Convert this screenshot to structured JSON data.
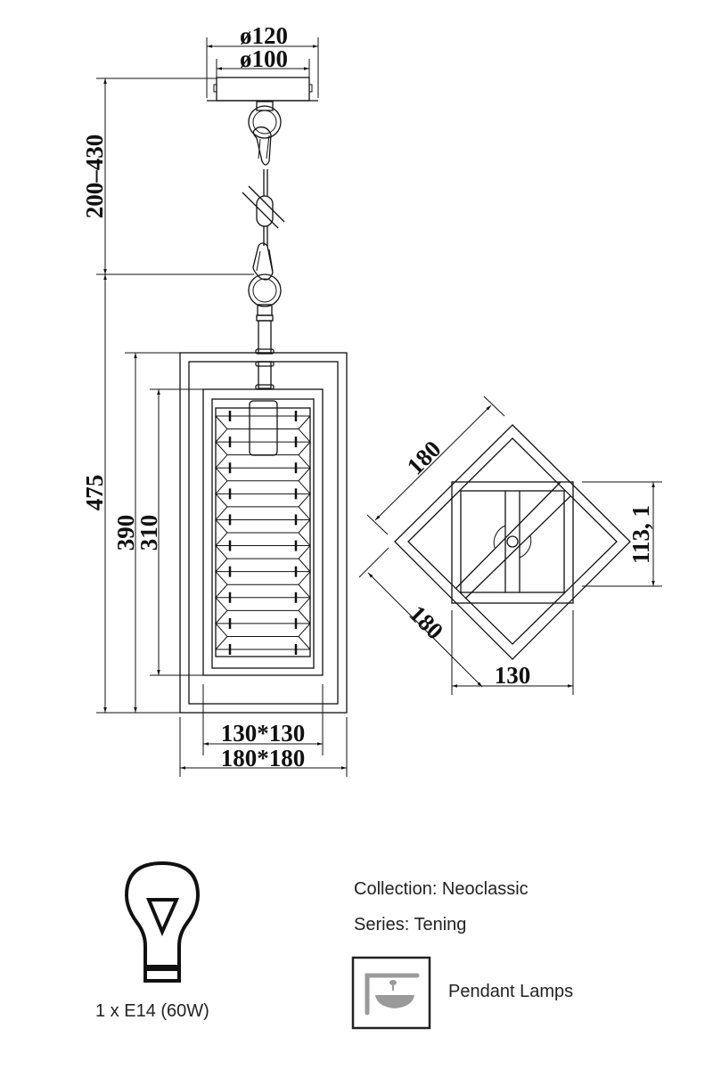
{
  "dimensions": {
    "ceiling_outer": "ø120",
    "ceiling_inner": "ø100",
    "chain_length": "200–430",
    "total_height": "475",
    "frame_height": "390",
    "glass_height": "310",
    "inner_width": "130*130",
    "outer_width": "180*180",
    "side_diag_top": "180",
    "side_diag_bottom": "180",
    "side_inner_width": "130",
    "side_depth": "113, 1"
  },
  "bulb": {
    "icon": "light-bulb-icon",
    "label": "1 x E14 (60W)"
  },
  "info": {
    "collection": "Collection: Neoclassic",
    "series": "Series: Tening",
    "category_icon": "pendant-lamp-icon",
    "category": "Pendant Lamps"
  },
  "colors": {
    "line": "#111111",
    "icon_gray": "#9a9a9a"
  }
}
